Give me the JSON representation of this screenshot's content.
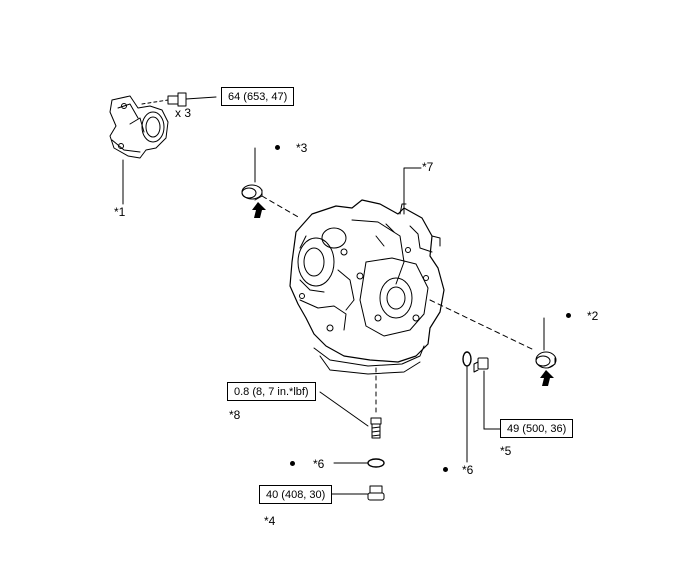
{
  "diagram": {
    "torque_specs": {
      "mount_bolt": "64 (653, 47)",
      "drain_screw": "0.8 (8, 7 in.*lbf)",
      "plug_5": "49 (500, 36)",
      "plug_4": "40 (408, 30)"
    },
    "quantity": "x 3",
    "callouts": {
      "c1": "*1",
      "c2": "*2",
      "c3": "*3",
      "c4": "*4",
      "c5": "*5",
      "c6a": "*6",
      "c6b": "*6",
      "c7": "*7",
      "c8": "*8"
    }
  }
}
